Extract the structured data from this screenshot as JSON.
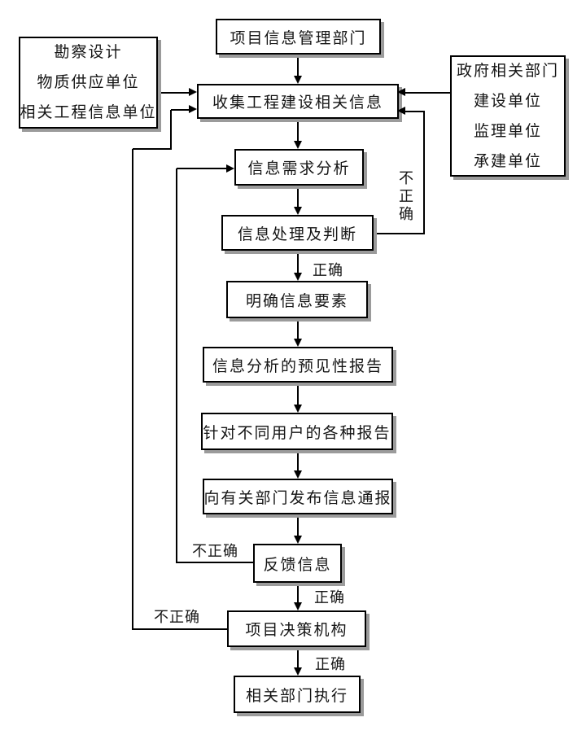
{
  "diagram": {
    "type": "flowchart",
    "colors": {
      "line": "#000000",
      "text": "#151515",
      "box_fill": "#ffffff",
      "shadow": "#9b9b9b",
      "background": "#ffffff"
    },
    "nodes": {
      "project_dept": {
        "label": "项目信息管理部门"
      },
      "survey_sources": {
        "lines": [
          "勘察设计",
          "物质供应单位",
          "相关工程信息单位"
        ]
      },
      "gov_sources": {
        "lines": [
          "政府相关部门",
          "建设单位",
          "监理单位",
          "承建单位"
        ]
      },
      "collect": {
        "label": "收集工程建设相关信息"
      },
      "demand": {
        "label": "信息需求分析"
      },
      "process": {
        "label": "信息处理及判断"
      },
      "clarify": {
        "label": "明确信息要素"
      },
      "predict": {
        "label": "信息分析的预见性报告"
      },
      "reports": {
        "label": "针对不同用户的各种报告"
      },
      "notify": {
        "label": "向有关部门发布信息通报"
      },
      "feedback": {
        "label": "反馈信息"
      },
      "decision": {
        "label": "项目决策机构"
      },
      "execute": {
        "label": "相关部门执行"
      }
    },
    "edge_labels": {
      "correct": "正确",
      "incorrect": "不正确"
    }
  }
}
